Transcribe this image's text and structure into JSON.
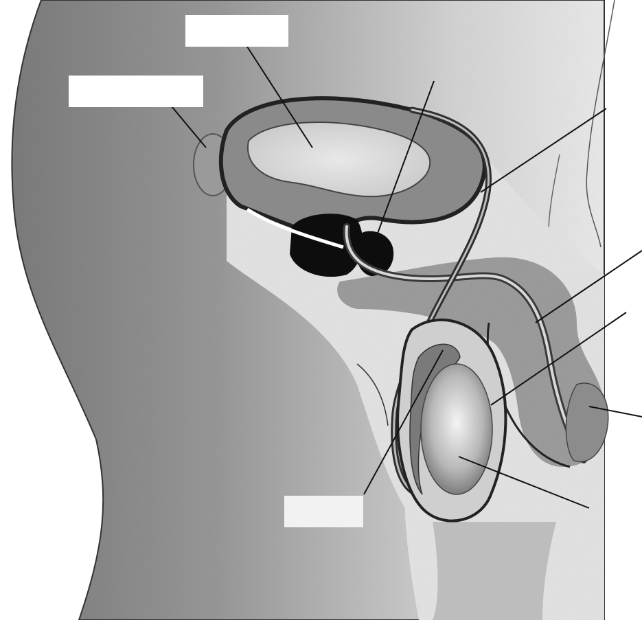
{
  "diagram": {
    "labels": [
      {
        "id": "label-box-bladder",
        "text": ""
      },
      {
        "id": "label-box-seminal-vesicle",
        "text": ""
      },
      {
        "id": "label-box-epididymis",
        "text": ""
      }
    ],
    "colors": {
      "body_shadow": "#8c8c8c",
      "body_light": "#e4e4e4",
      "tube_dark": "#3a3a3a",
      "gland_black": "#0d0d0d",
      "label_box": "#ffffff"
    }
  }
}
